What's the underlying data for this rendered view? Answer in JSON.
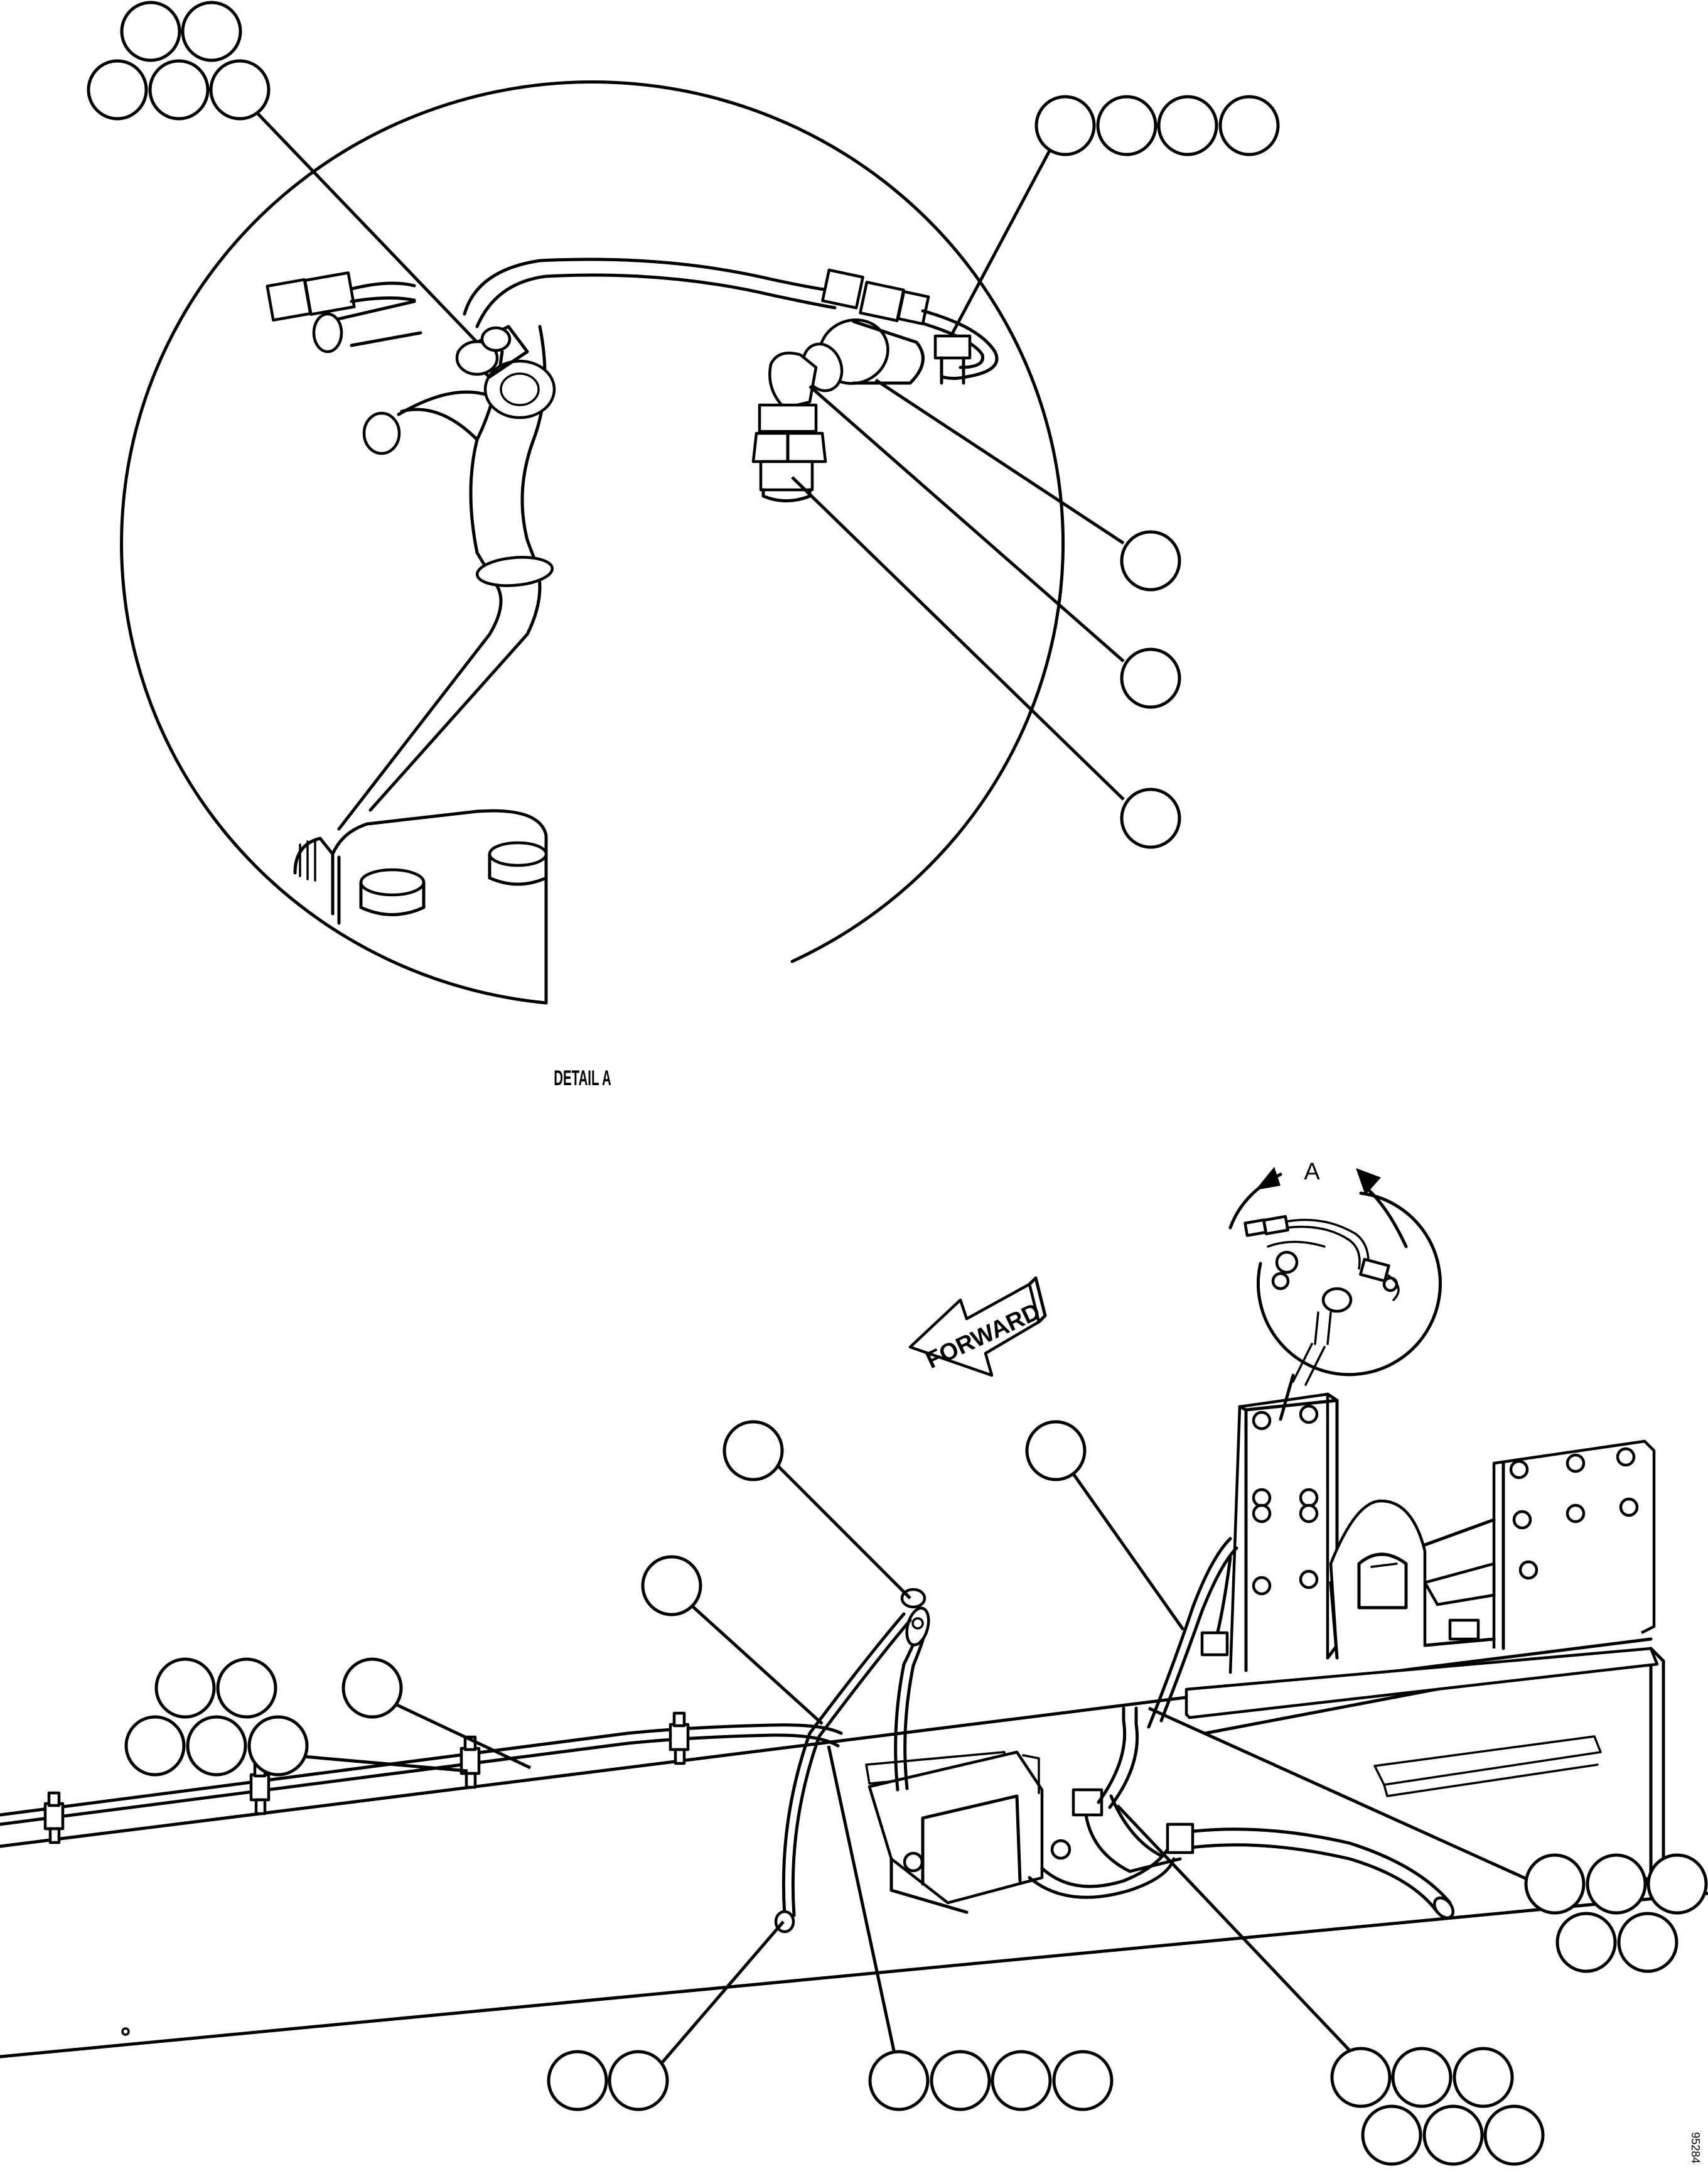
{
  "labels": {
    "detail_caption": "DETAIL A",
    "view_marker": "A",
    "direction_arrow": "FORWARD",
    "drawing_number": "95284"
  },
  "callouts": {
    "detail": [
      {
        "id": "detail-group-top-left",
        "balloons": 5
      },
      {
        "id": "detail-group-top-right",
        "balloons": 4
      },
      {
        "id": "detail-single-1",
        "balloons": 1
      },
      {
        "id": "detail-single-2",
        "balloons": 1
      },
      {
        "id": "detail-single-3",
        "balloons": 1
      }
    ],
    "main": [
      {
        "id": "main-single-top-left",
        "balloons": 1
      },
      {
        "id": "main-single-top-right",
        "balloons": 1
      },
      {
        "id": "main-single-mid",
        "balloons": 1
      },
      {
        "id": "main-single-left",
        "balloons": 1
      },
      {
        "id": "main-group-left",
        "balloons": 5
      },
      {
        "id": "main-group-bottom-1",
        "balloons": 2
      },
      {
        "id": "main-group-bottom-2",
        "balloons": 4
      },
      {
        "id": "main-group-bottom-3",
        "balloons": 6
      },
      {
        "id": "main-group-right",
        "balloons": 5
      }
    ]
  }
}
